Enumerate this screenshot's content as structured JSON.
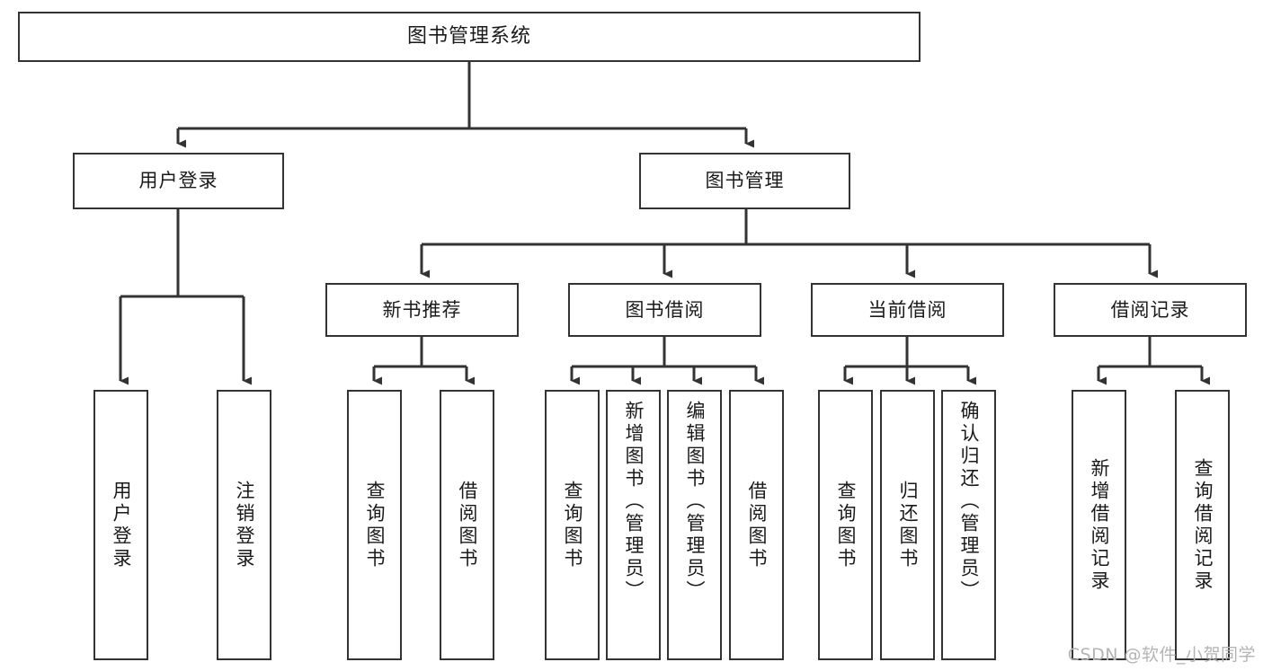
{
  "diagram": {
    "title": "图书管理系统",
    "type": "tree-hierarchy",
    "watermark": "CSDN @软件_小贺同学",
    "colors": {
      "box_border": "#333333",
      "box_fill": "#ffffff",
      "connector": "#333333",
      "text": "#1a1a1a",
      "watermark": "#b4b4b4",
      "background": "#ffffff"
    },
    "root": {
      "label": "图书管理系统"
    },
    "level_one": [
      {
        "label": "用户登录"
      },
      {
        "label": "图书管理"
      }
    ],
    "level_two": [
      {
        "label": "新书推荐"
      },
      {
        "label": "图书借阅"
      },
      {
        "label": "当前借阅"
      },
      {
        "label": "借阅记录"
      }
    ],
    "leaves": {
      "user_login": [
        {
          "label": "用户登录"
        },
        {
          "label": "注销登录"
        }
      ],
      "new_book_recommend": [
        {
          "label": "查询图书"
        },
        {
          "label": "借阅图书"
        }
      ],
      "book_borrow": [
        {
          "label": "查询图书"
        },
        {
          "label": "新增图书（管理员）"
        },
        {
          "label": "编辑图书（管理员）"
        },
        {
          "label": "借阅图书"
        }
      ],
      "current_borrow": [
        {
          "label": "查询图书"
        },
        {
          "label": "归还图书"
        },
        {
          "label": "确认归还（管理员）"
        }
      ],
      "borrow_record": [
        {
          "label": "新增借阅记录"
        },
        {
          "label": "查询借阅记录"
        }
      ]
    }
  }
}
